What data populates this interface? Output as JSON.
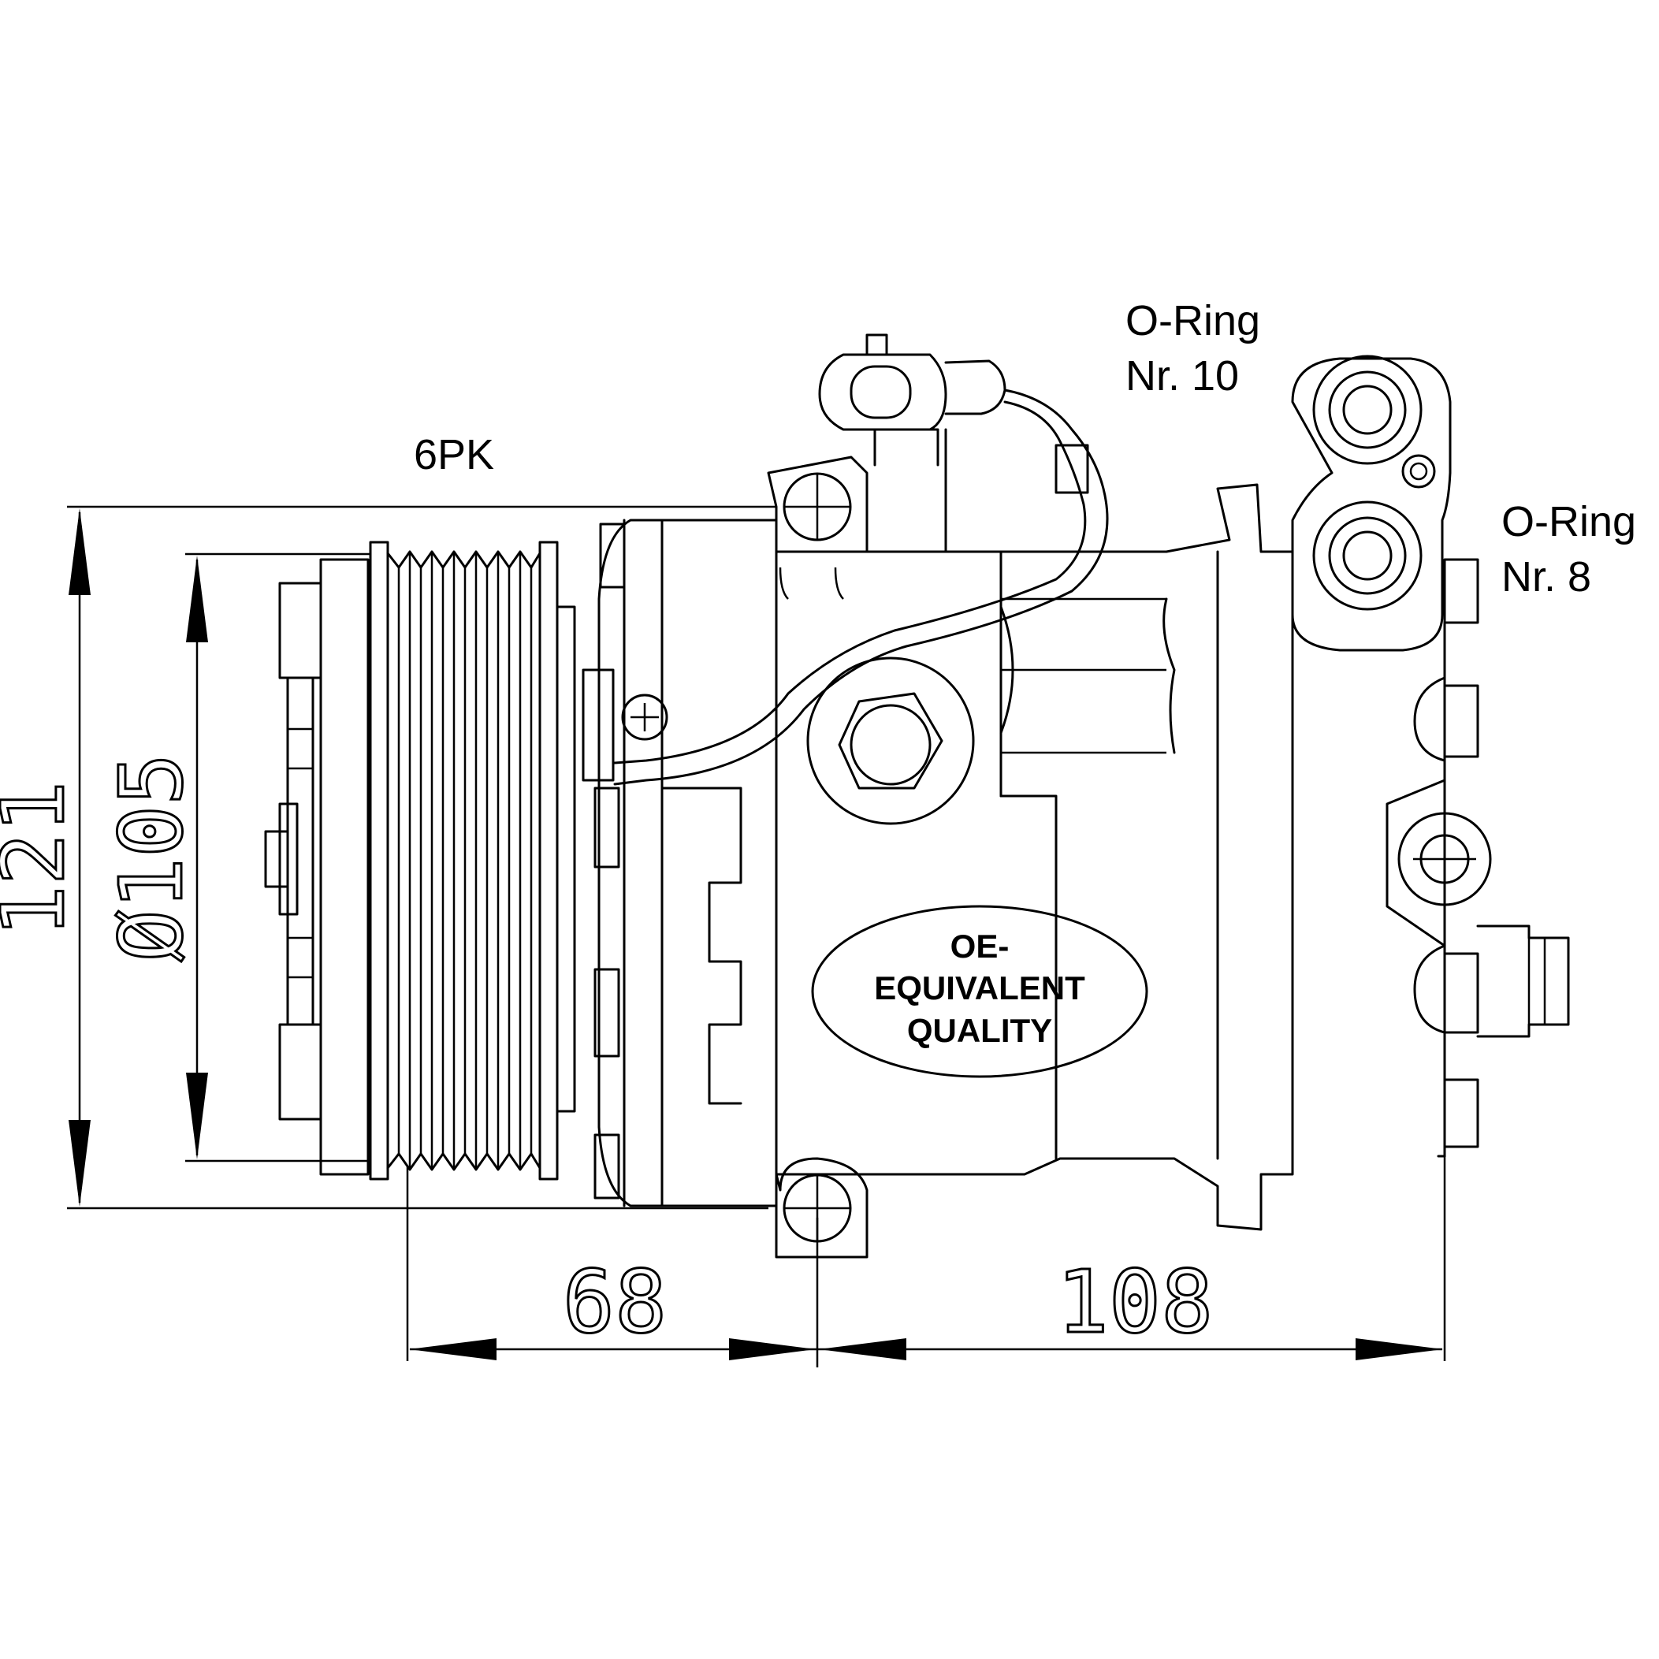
{
  "labels": {
    "belt": "6PK",
    "oring_upper_line1": "O-Ring",
    "oring_upper_line2": "Nr. 10",
    "oring_lower_line1": "O-Ring",
    "oring_lower_line2": "Nr. 8"
  },
  "badge": {
    "line1": "OE-",
    "line2": "EQUIVALENT",
    "line3": "QUALITY"
  },
  "dimensions": {
    "height": "121",
    "pulley_diameter": "Ø105",
    "pulley_to_mount": "68",
    "mount_to_end": "108"
  },
  "icons": {
    "electrical_connector": "connector-plug-icon",
    "pulley": "pulley-icon",
    "port_block": "refrigerant-port-icon"
  }
}
